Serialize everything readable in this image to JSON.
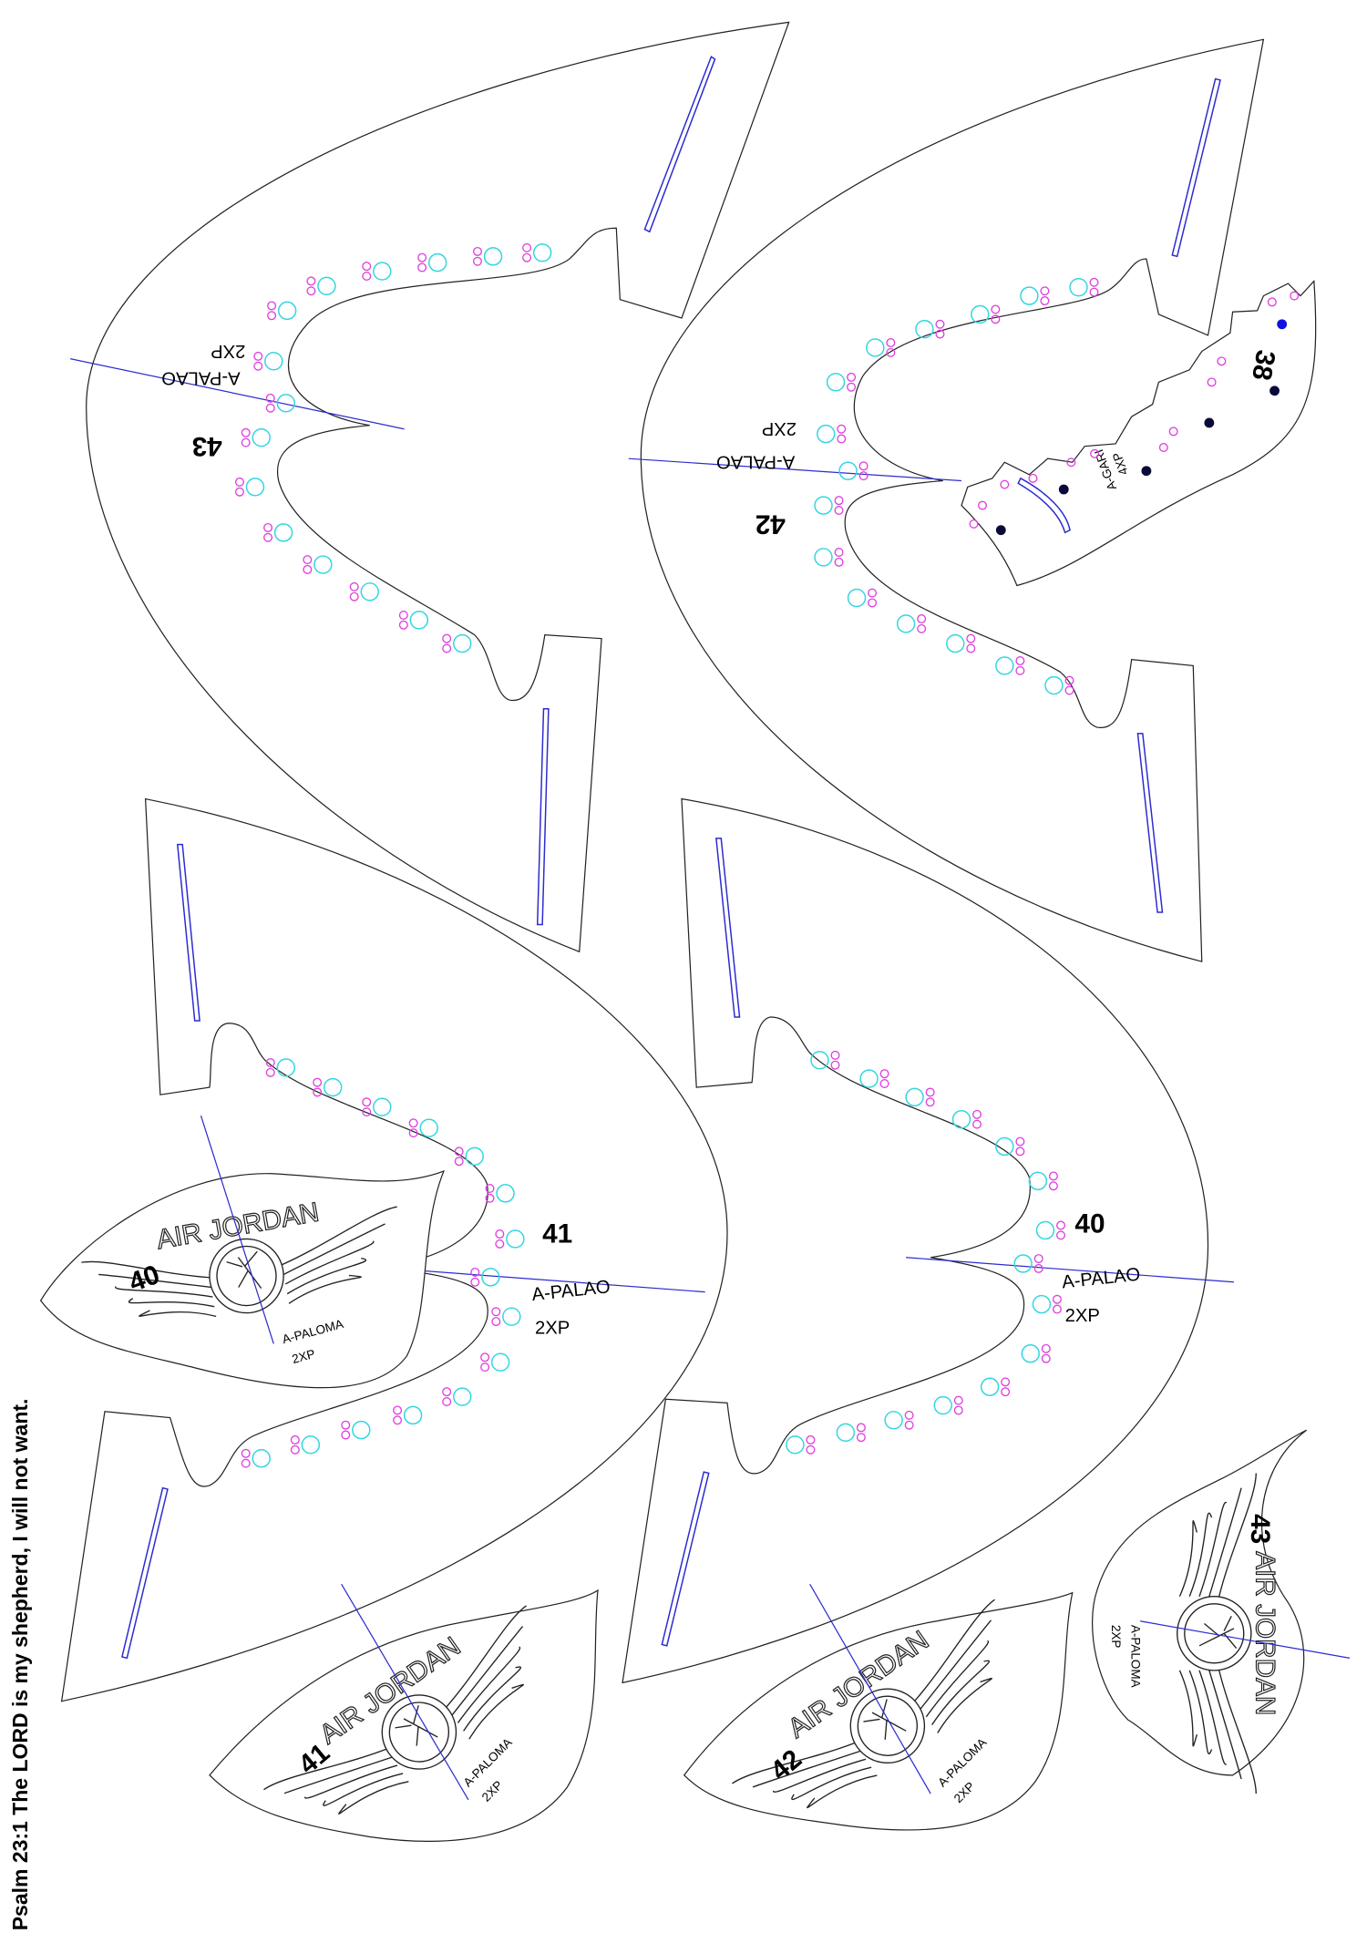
{
  "colors": {
    "outline": "#222222",
    "slot": "#2b2bd0",
    "hole_large": "#33d6e0",
    "hole_small": "#e040e0",
    "dot": "#0a0a3a",
    "dot_accent": "#1010e0"
  },
  "psalm": "Psalm 23:1 The LORD is my shepherd, I will not want.",
  "pieces": [
    {
      "size": "43",
      "code": "A-PALAO",
      "qty": "2XP"
    },
    {
      "size": "42",
      "code": "A-PALAO",
      "qty": "2XP"
    },
    {
      "size": "41",
      "code": "A-PALAO",
      "qty": "2XP"
    },
    {
      "size": "40",
      "code": "A-PALAO",
      "qty": "2XP"
    }
  ],
  "gari": {
    "size": "38",
    "code": "A-GARI",
    "qty": "4XP"
  },
  "logos": [
    {
      "size": "40",
      "code": "A-PALOMA",
      "qty": "2XP",
      "mark": "AIR JORDAN"
    },
    {
      "size": "41",
      "code": "A-PALOMA",
      "qty": "2XP",
      "mark": "AIR JORDAN"
    },
    {
      "size": "42",
      "code": "A-PALOMA",
      "qty": "2XP",
      "mark": "AIR JORDAN"
    },
    {
      "size": "43",
      "code": "A-PALOMA",
      "qty": "2XP",
      "mark": "AIR JORDAN"
    }
  ]
}
